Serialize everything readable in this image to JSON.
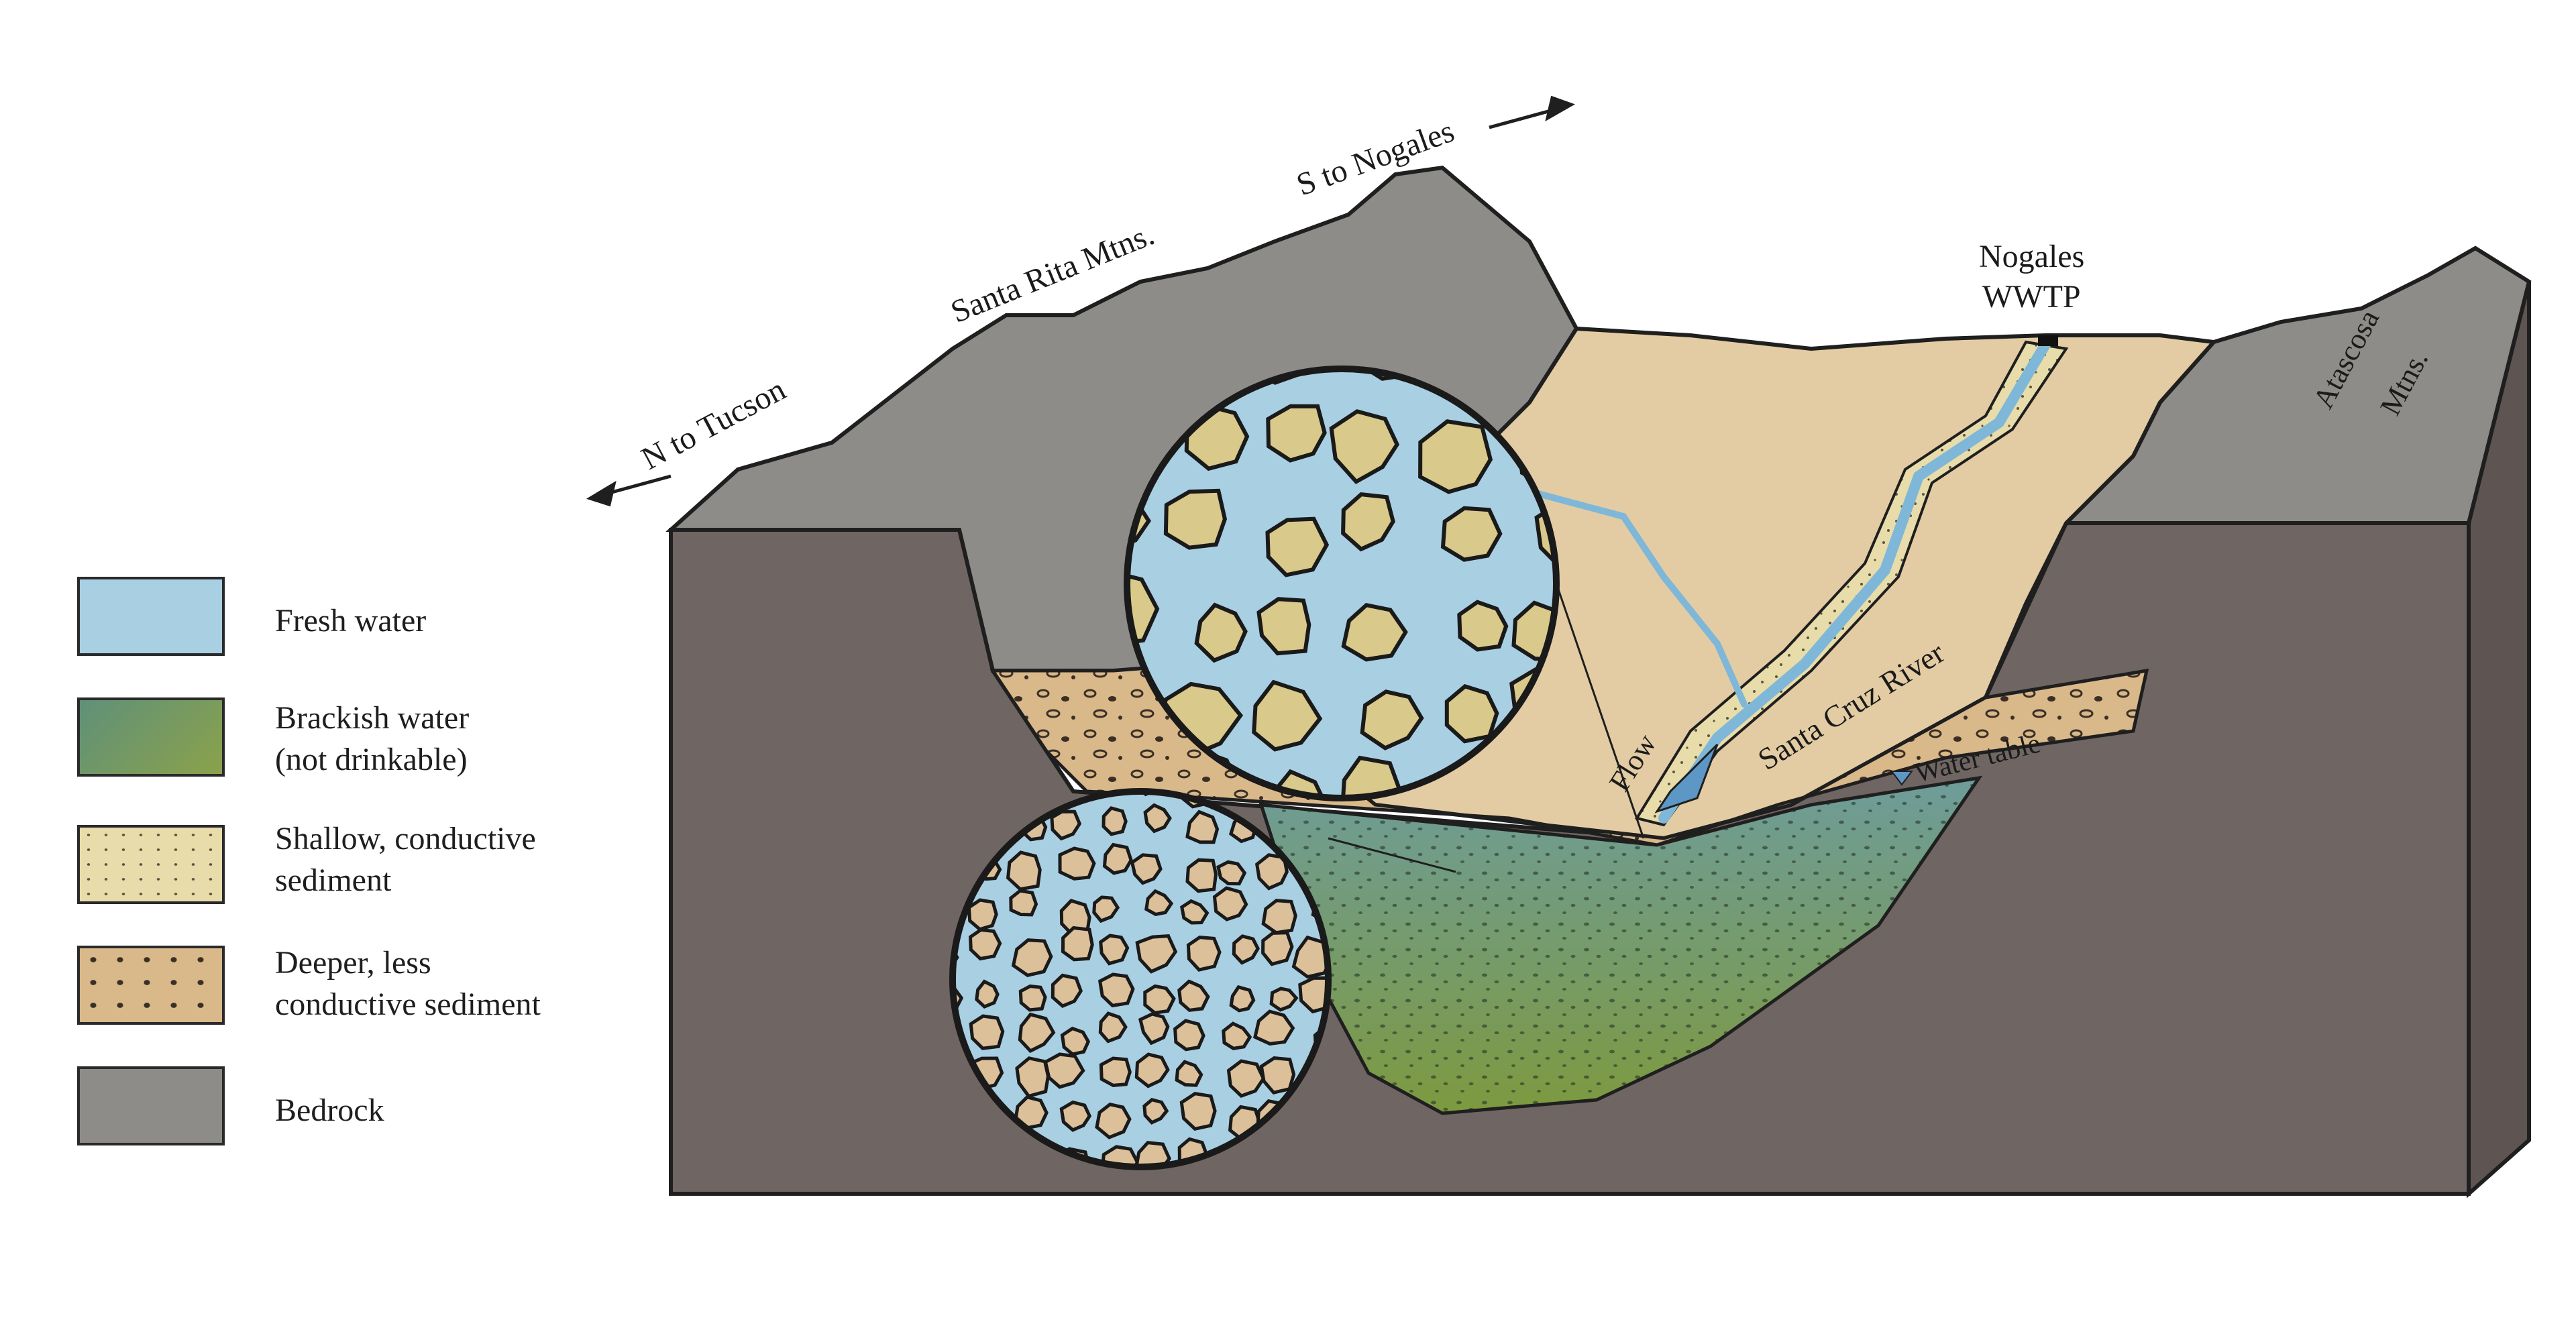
{
  "legend": {
    "items": [
      {
        "label_lines": [
          "Fresh water"
        ],
        "swatch": "fresh"
      },
      {
        "label_lines": [
          "Brackish water",
          "(not drinkable)"
        ],
        "swatch": "brackish"
      },
      {
        "label_lines": [
          "Shallow, conductive",
          "sediment"
        ],
        "swatch": "shallow"
      },
      {
        "label_lines": [
          "Deeper, less",
          "conductive sediment"
        ],
        "swatch": "deep"
      },
      {
        "label_lines": [
          "Bedrock"
        ],
        "swatch": "bedrock"
      }
    ]
  },
  "labels": {
    "north": "N to Tucson",
    "south": "S to Nogales",
    "santa_rita": "Santa Rita Mtns.",
    "nogales_line1": "Nogales",
    "nogales_line2": "WWTP",
    "atascosa_line1": "Atascosa",
    "atascosa_line2": "Mtns.",
    "river": "Santa Cruz River",
    "flow": "Flow",
    "water_table": "Water table"
  },
  "colors": {
    "fresh_water": "#a9cfe3",
    "brackish_water": "#7f9a4f",
    "shallow_sediment": "#e8dcaa",
    "deep_sediment": "#d9b88a",
    "bedrock": "#6f6563",
    "mountain_rock": "#8e8c88",
    "valley_fill": "#e3cca3",
    "outline": "#1f1f1f"
  }
}
